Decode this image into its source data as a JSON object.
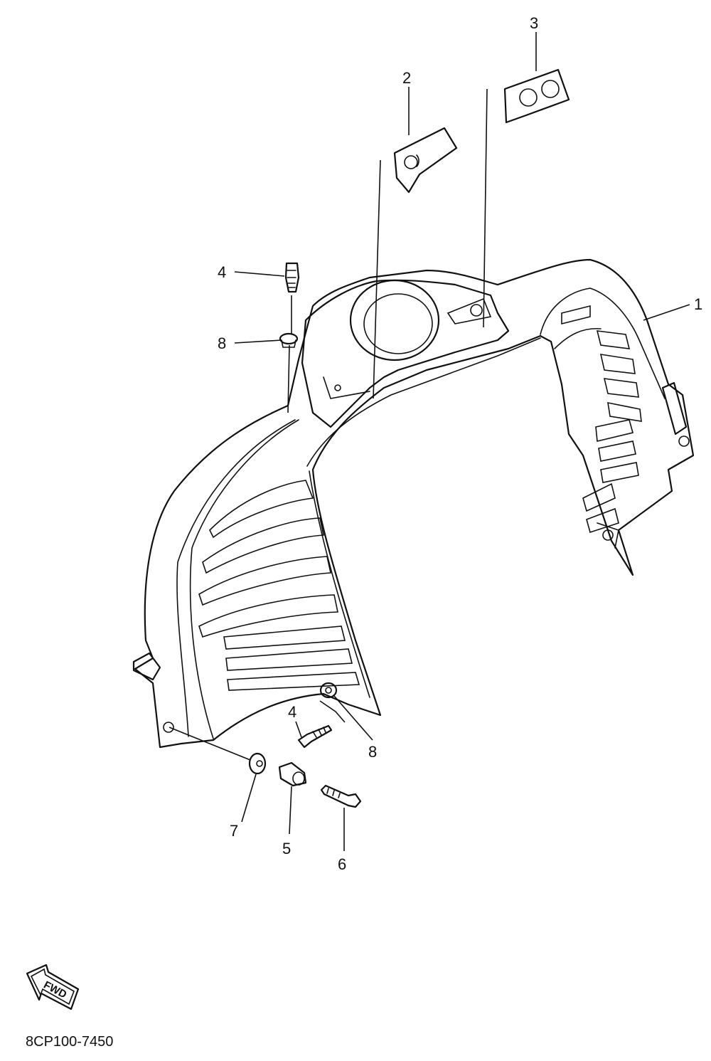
{
  "callouts": [
    {
      "id": "1",
      "label": "1"
    },
    {
      "id": "2",
      "label": "2"
    },
    {
      "id": "3",
      "label": "3"
    },
    {
      "id": "4a",
      "label": "4"
    },
    {
      "id": "8a",
      "label": "8"
    },
    {
      "id": "4b",
      "label": "4"
    },
    {
      "id": "8b",
      "label": "8"
    },
    {
      "id": "7",
      "label": "7"
    },
    {
      "id": "5",
      "label": "5"
    },
    {
      "id": "6",
      "label": "6"
    }
  ],
  "fwd_label": "FWD",
  "diagram_code": "8CP100-7450"
}
